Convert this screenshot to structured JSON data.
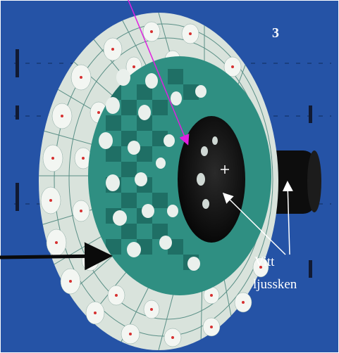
{
  "figure": {
    "number": "3",
    "caption_line1": "Vitt",
    "caption_line2": "ljussken"
  },
  "colors": {
    "background": "#2553a6",
    "outer_ring": "#d9e3dc",
    "inner_teal": "#2f8f82",
    "light_tile": "#eaf0ec",
    "dark_throat": "#151515",
    "magenta_arrow": "#e020e0",
    "white_arrows": "#ffffff",
    "black_arrow": "#0a0a0a",
    "dot": "#d63030"
  }
}
